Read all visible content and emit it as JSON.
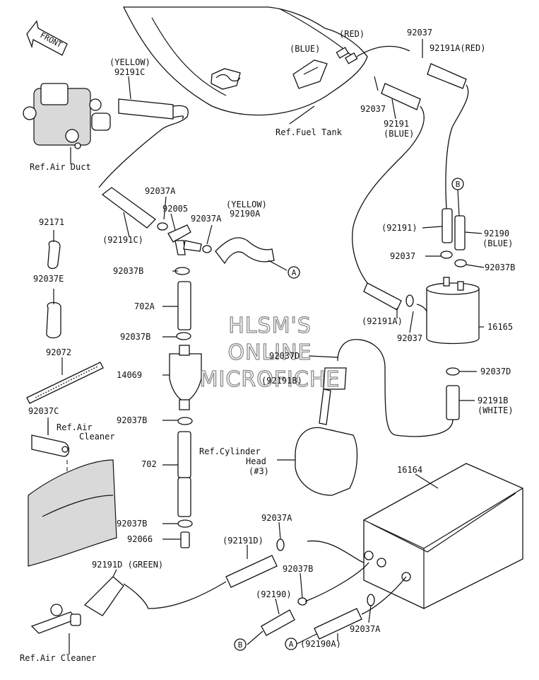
{
  "watermark": {
    "line1": "HLSM'S",
    "line2": "ONLINE",
    "line3": "MICROFICHE"
  },
  "front_arrow": {
    "label": "FRONT"
  },
  "labels": {
    "red_top": "(RED)",
    "blue_top": "(BLUE)",
    "p92037_top": "92037",
    "p92191A_red": "92191A(RED)",
    "yellow_top": "(YELLOW)",
    "p92191C": "92191C",
    "p92037_mid": "92037",
    "ref_fuel_tank": "Ref.Fuel Tank",
    "p92191_blue_1": "92191",
    "p92191_blue_2": "(BLUE)",
    "ref_air_duct": "Ref.Air Duct",
    "p92037A_1": "92037A",
    "p92005": "92005",
    "yellow_mid": "(YELLOW)",
    "p92190A": "92190A",
    "p92037A_2": "92037A",
    "p92171": "92171",
    "p92191C_paren": "(92191C)",
    "circle_A_1": "A",
    "circle_B_1": "B",
    "p92191_paren": "(92191)",
    "p92190": "92190",
    "blue_right": "(BLUE)",
    "p92037_right": "92037",
    "p92037B_right": "92037B",
    "p92037B_1": "92037B",
    "p92037E": "92037E",
    "p702A": "702A",
    "p92191A_paren": "(92191A)",
    "p16165": "16165",
    "p92037_lower": "92037",
    "p92037B_2": "92037B",
    "p92072": "92072",
    "p92037D_mid": "92037D",
    "p14069": "14069",
    "p92191B_paren": "(92191B)",
    "p92037D_right": "92037D",
    "p92191B_white_1": "92191B",
    "p92191B_white_2": "(WHITE)",
    "p92037C": "92037C",
    "ref_air_cleaner_1": "Ref.Air",
    "ref_air_cleaner_2": "Cleaner",
    "p92037B_3": "92037B",
    "ref_cyl_head_1": "Ref.Cylinder",
    "ref_cyl_head_2": "Head",
    "ref_cyl_head_3": "(#3)",
    "p702": "702",
    "p16164": "16164",
    "p92037B_4": "92037B",
    "p92037A_3": "92037A",
    "p92066": "92066",
    "p92191D_paren": "(92191D)",
    "p92191D_green": "92191D (GREEN)",
    "p92037B_5": "92037B",
    "p92190_paren": "(92190)",
    "p92037A_4": "92037A",
    "circle_B_2": "B",
    "circle_A_2": "A",
    "p92190A_paren": "(92190A)",
    "ref_air_cleaner_bottom": "Ref.Air Cleaner"
  }
}
